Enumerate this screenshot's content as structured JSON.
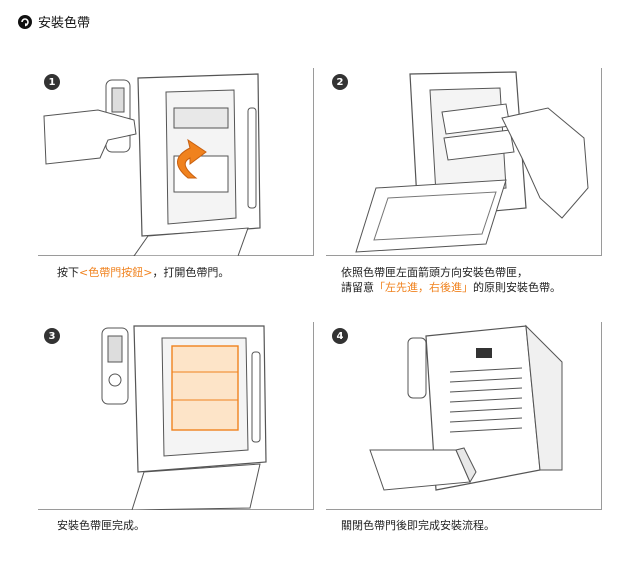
{
  "header": {
    "title": "安裝色帶",
    "icon": "circle-arrow-icon"
  },
  "steps": [
    {
      "number": "1",
      "caption_before": "按下",
      "caption_highlight": "<色帶門按鈕>",
      "caption_after": "，打開色帶門。"
    },
    {
      "number": "2",
      "caption_line1": "依照色帶匣左面箭頭方向安裝色帶匣，",
      "caption_line2_before": "請留意",
      "caption_line2_highlight": "「左先進，右後進」",
      "caption_line2_after": "的原則安裝色帶。"
    },
    {
      "number": "3",
      "caption": "安裝色帶匣完成。"
    },
    {
      "number": "4",
      "caption": "關閉色帶門後即完成安裝流程。"
    }
  ],
  "colors": {
    "highlight": "#f0821e",
    "line": "#555555",
    "panel_border": "#9a9a9a"
  }
}
